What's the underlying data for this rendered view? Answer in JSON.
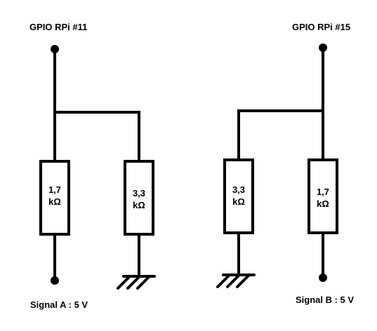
{
  "circuits": [
    {
      "pin_label": "GPIO RPi #11",
      "signal_label": "Signal A : 5 V",
      "series_resistor": {
        "value": "1,7",
        "unit": "kΩ"
      },
      "ground_resistor": {
        "value": "3,3",
        "unit": "kΩ"
      }
    },
    {
      "pin_label": "GPIO RPi #15",
      "signal_label": "Signal B : 5 V",
      "series_resistor": {
        "value": "1,7",
        "unit": "kΩ"
      },
      "ground_resistor": {
        "value": "3,3",
        "unit": "kΩ"
      }
    }
  ]
}
